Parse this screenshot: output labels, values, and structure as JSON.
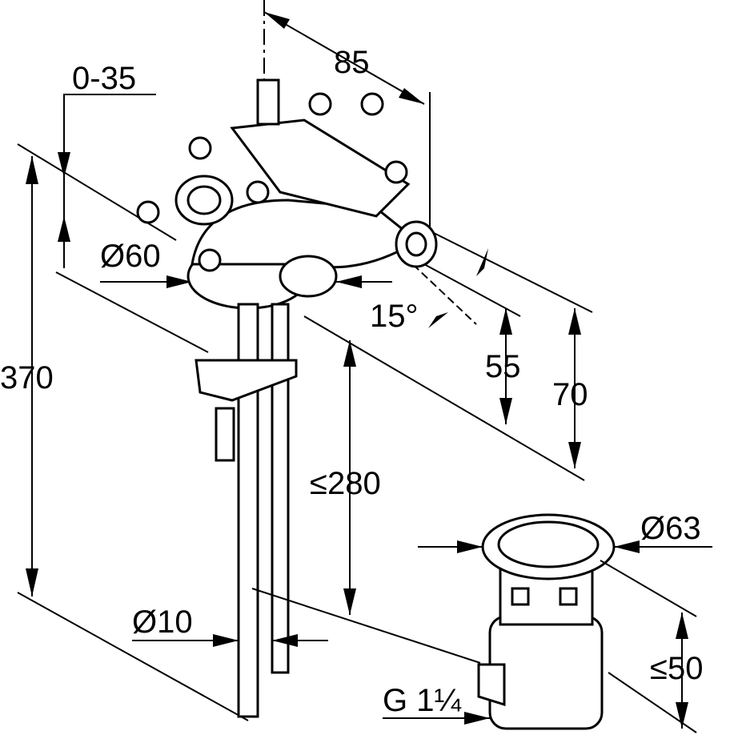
{
  "title": "Bidet mixer technical drawing",
  "dimensions": {
    "spout_offset": "85",
    "base_thickness": "0-35",
    "base_diameter": "Ø60",
    "spout_angle": "15°",
    "spout_height": "55",
    "top_height": "70",
    "total_height": "370",
    "shank_length": "≤280",
    "waste_diameter": "Ø63",
    "pipe_diameter": "Ø10",
    "waste_height": "≤50",
    "waste_thread": "G 1¼"
  },
  "colors": {
    "line": "#000000",
    "background": "#ffffff"
  }
}
